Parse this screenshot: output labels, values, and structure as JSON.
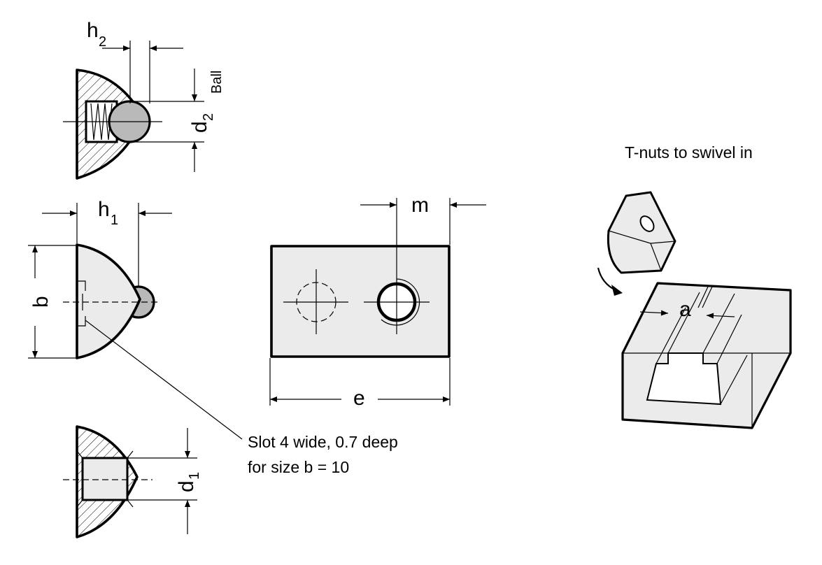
{
  "labels": {
    "h2": "h",
    "h2_sub": "2",
    "ball": "Ball",
    "d2": "d",
    "d2_sub": "2",
    "h1": "h",
    "h1_sub": "1",
    "b": "b",
    "d1": "d",
    "d1_sub": "1",
    "m": "m",
    "e": "e",
    "a": "a"
  },
  "notes": {
    "slot_line1": "Slot 4 wide, 0.7 deep",
    "slot_line2": "for size b = 10",
    "swivel_caption": "T-nuts to swivel in"
  },
  "colors": {
    "body_fill": "#ebebeb",
    "ball_fill": "#b9b9b9",
    "line": "#000000"
  },
  "icons": [
    "swivel-arrow-icon"
  ]
}
